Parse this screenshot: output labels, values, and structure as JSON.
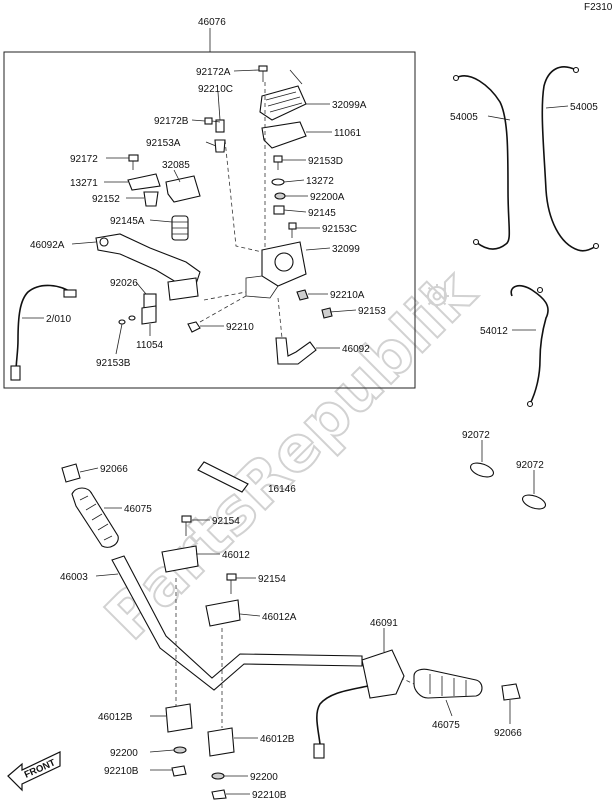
{
  "figure_code": "F2310",
  "watermark_text": "PartsRepublik",
  "front_arrow_label": "FRONT",
  "labels": {
    "l46076": "46076",
    "l92172A": "92172A",
    "l92210C": "92210C",
    "l32099A": "32099A",
    "l92172B": "92172B",
    "l11061": "11061",
    "l92153A": "92153A",
    "l92172": "92172",
    "l32085": "32085",
    "l92153D": "92153D",
    "l13271": "13271",
    "l13272": "13272",
    "l92152": "92152",
    "l92200A": "92200A",
    "l92145A": "92145A",
    "l92145": "92145",
    "l92153C": "92153C",
    "l46092A": "46092A",
    "l32099": "32099",
    "l92026": "92026",
    "l92210A": "92210A",
    "l2010": "2/010",
    "l92153": "92153",
    "l92210": "92210",
    "l11054": "11054",
    "l46092": "46092",
    "l92153B": "92153B",
    "l54005a": "54005",
    "l54005b": "54005",
    "l54012": "54012",
    "l92072a": "92072",
    "l92072b": "92072",
    "l92066a": "92066",
    "l46075a": "46075",
    "l16146": "16146",
    "l92154a": "92154",
    "l46012": "46012",
    "l46003": "46003",
    "l92154b": "92154",
    "l46012A": "46012A",
    "l46091": "46091",
    "l46012Ba": "46012B",
    "l46012Bb": "46012B",
    "l46075b": "46075",
    "l92066b": "92066",
    "l92200a": "92200",
    "l92200b": "92200",
    "l92210Ba": "92210B",
    "l92210Bb": "92210B"
  }
}
